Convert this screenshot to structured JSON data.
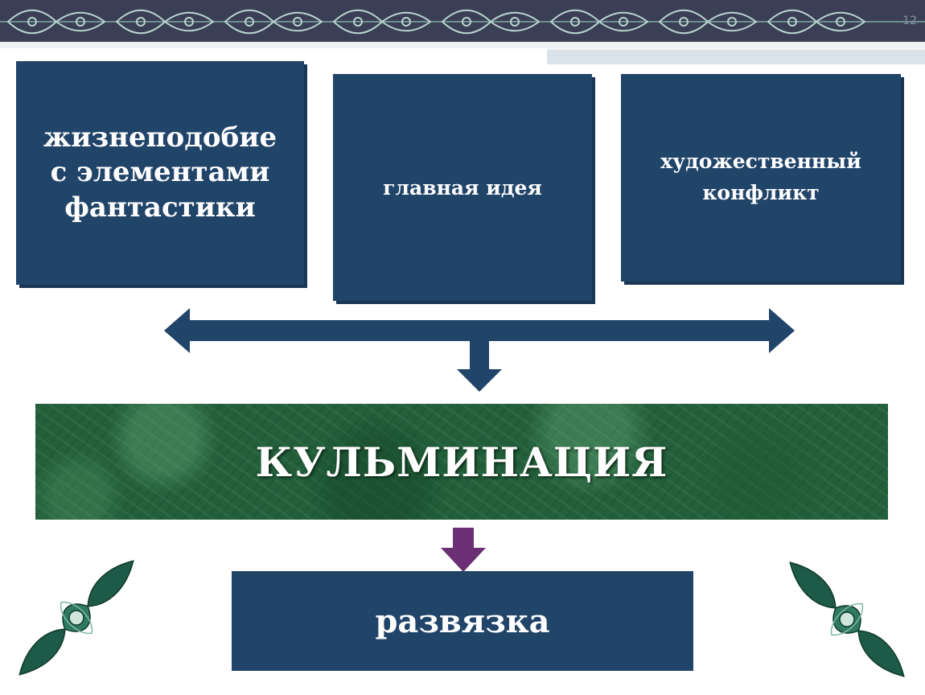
{
  "slide": {
    "number": "12",
    "colors": {
      "box": "#214469",
      "arrow": "#214469",
      "arrow_down_purple": "#6b2f73",
      "climax_green": "#235f3b",
      "banner": "#3a3f55"
    }
  },
  "top_boxes": [
    {
      "lines": [
        "жизнеподобие",
        "с элементами",
        "фантастики"
      ]
    },
    {
      "lines": [
        "главная идея"
      ]
    },
    {
      "lines": [
        "художественный",
        "конфликт"
      ]
    }
  ],
  "climax": {
    "label": "КУЛЬМИНАЦИЯ"
  },
  "result": {
    "label": "развязка"
  },
  "icons": {
    "banner": "ornament-border-icon",
    "left_corner": "ornament-icon",
    "right_corner": "ornament-icon",
    "double_arrow": "double-headed-arrow-icon",
    "down_arrow_blue": "arrow-down-icon",
    "down_arrow_purple": "arrow-down-icon"
  }
}
